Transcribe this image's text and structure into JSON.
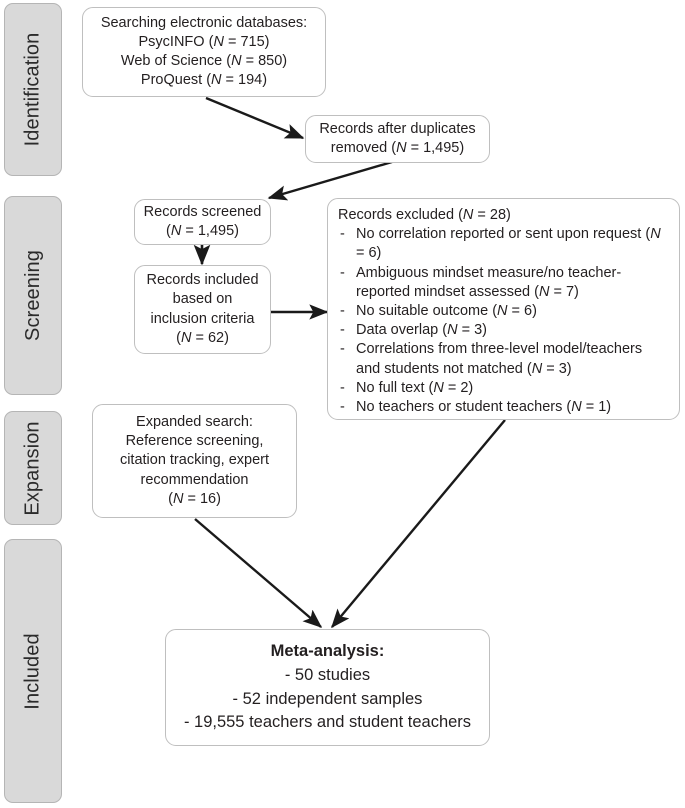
{
  "diagram": {
    "type": "prisma-flow-diagram",
    "stages": [
      {
        "id": "identification",
        "label": "Identification"
      },
      {
        "id": "screening",
        "label": "Screening"
      },
      {
        "id": "expansion",
        "label": "Expansion"
      },
      {
        "id": "included",
        "label": "Included"
      }
    ],
    "boxes": {
      "databases": {
        "lines": [
          "Searching electronic databases:",
          "PsycINFO (N = 715)",
          "Web of Science (N = 850)",
          "ProQuest (N = 194)"
        ]
      },
      "duplicates": {
        "lines": [
          "Records after duplicates",
          "removed (N = 1,495)"
        ]
      },
      "screened": {
        "lines": [
          "Records screened",
          "(N = 1,495)"
        ]
      },
      "included_criteria": {
        "lines": [
          "Records included",
          "based on",
          "inclusion criteria",
          "(N = 62)"
        ]
      },
      "excluded": {
        "heading": "Records excluded (N = 28)",
        "items": [
          "No correlation reported or sent upon request (N = 6)",
          "Ambiguous mindset measure/no teacher-reported mindset assessed  (N = 7)",
          "No suitable outcome (N = 6)",
          "Data overlap (N = 3)",
          "Correlations from three-level model/teachers and students not matched (N = 3)",
          "No full text (N = 2)",
          "No teachers or student teachers (N = 1)"
        ]
      },
      "expanded_search": {
        "lines": [
          "Expanded search:",
          "Reference screening,",
          "citation tracking, expert",
          "recommendation",
          "(N = 16)"
        ]
      },
      "meta_analysis": {
        "title": "Meta-analysis:",
        "lines": [
          "- 50 studies",
          "- 52 independent samples",
          "- 19,555 teachers and student teachers"
        ]
      }
    },
    "colors": {
      "stage_bar_fill": "#d9d9d9",
      "stage_bar_border": "#b5b5b5",
      "box_border": "#bfbfbf",
      "box_fill": "#ffffff",
      "arrow": "#1a1a1a",
      "text": "#231f20"
    }
  }
}
